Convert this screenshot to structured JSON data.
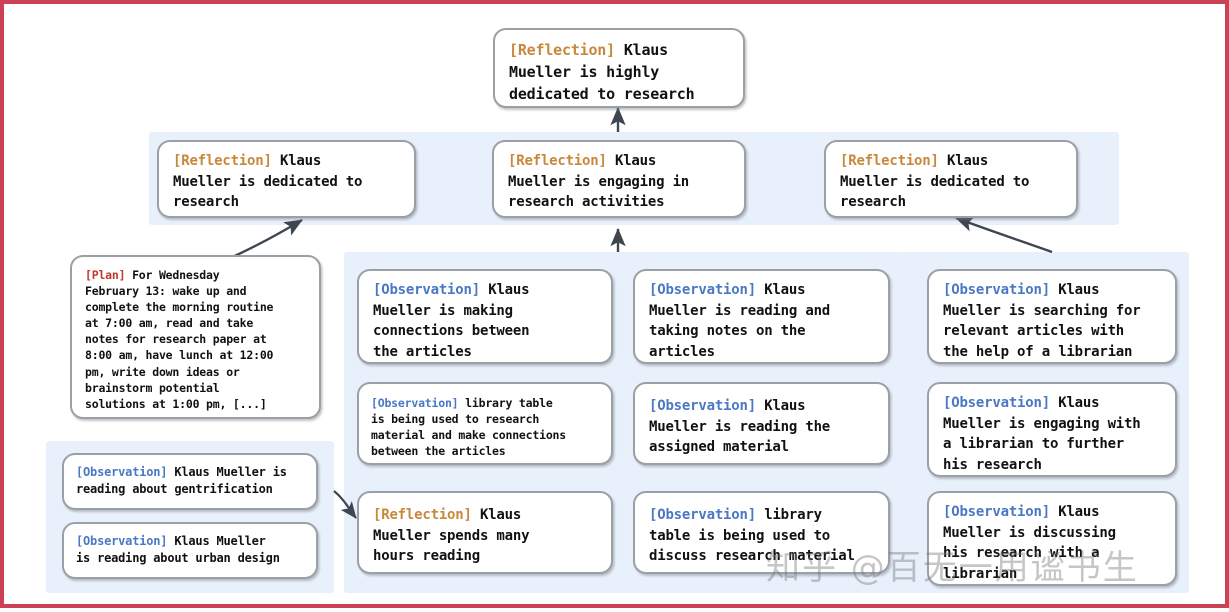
{
  "diagram": {
    "title": "Reflection tree for Klaus Mueller",
    "accent_colors": {
      "reflection_tag": "#c8883c",
      "observation_tag": "#4a78c4",
      "plan_tag": "#c0392b",
      "panel_background": "#e8f0fb",
      "node_border": "#9aa0a6",
      "frame_border": "#cb4257"
    },
    "tags": {
      "reflection": "[Reflection]",
      "observation": "[Observation]",
      "plan": "[Plan]"
    }
  },
  "nodes": {
    "root": {
      "tag": "[Reflection]",
      "text": " Klaus\nMueller is highly\ndedicated to research"
    },
    "level2": [
      {
        "tag": "[Reflection]",
        "text": " Klaus\nMueller is dedicated to\nresearch"
      },
      {
        "tag": "[Reflection]",
        "text": " Klaus\nMueller is engaging in\nresearch activities"
      },
      {
        "tag": "[Reflection]",
        "text": " Klaus\nMueller is dedicated to\nresearch"
      }
    ],
    "plan": {
      "tag": "[Plan]",
      "text": " For Wednesday\nFebruary 13: wake up and\ncomplete the morning routine\nat 7:00 am, read and take\nnotes for research paper at\n8:00 am, have lunch at 12:00\npm, write down ideas or\nbrainstorm potential\nsolutions at 1:00 pm, [...]"
    },
    "left_observations": [
      {
        "tag": "[Observation]",
        "text": " Klaus Mueller is\nreading about gentrification"
      },
      {
        "tag": "[Observation]",
        "text": " Klaus Mueller\nis reading about urban design"
      }
    ],
    "column_a": [
      {
        "tag": "[Observation]",
        "text": " Klaus\nMueller is making\nconnections between\nthe articles"
      },
      {
        "tag": "[Observation]",
        "text": " library table\nis being used to research\nmaterial and make connections\nbetween the articles"
      },
      {
        "tag": "[Reflection]",
        "text": " Klaus\nMueller spends many\nhours reading"
      }
    ],
    "column_b": [
      {
        "tag": "[Observation]",
        "text": " Klaus\nMueller is reading and\ntaking notes on the\narticles"
      },
      {
        "tag": "[Observation]",
        "text": " Klaus\nMueller is reading the\nassigned material"
      },
      {
        "tag": "[Observation]",
        "text": " library\ntable is being used to\ndiscuss research material"
      }
    ],
    "column_c": [
      {
        "tag": "[Observation]",
        "text": " Klaus\nMueller is searching for\nrelevant articles with\nthe help of a librarian"
      },
      {
        "tag": "[Observation]",
        "text": " Klaus\nMueller is engaging with\na librarian to further\nhis research"
      },
      {
        "tag": "[Observation]",
        "text": " Klaus\nMueller is discussing\nhis research with a\nlibrarian"
      }
    ]
  },
  "watermark": {
    "text": "知乎 @百无一用谧书生"
  }
}
